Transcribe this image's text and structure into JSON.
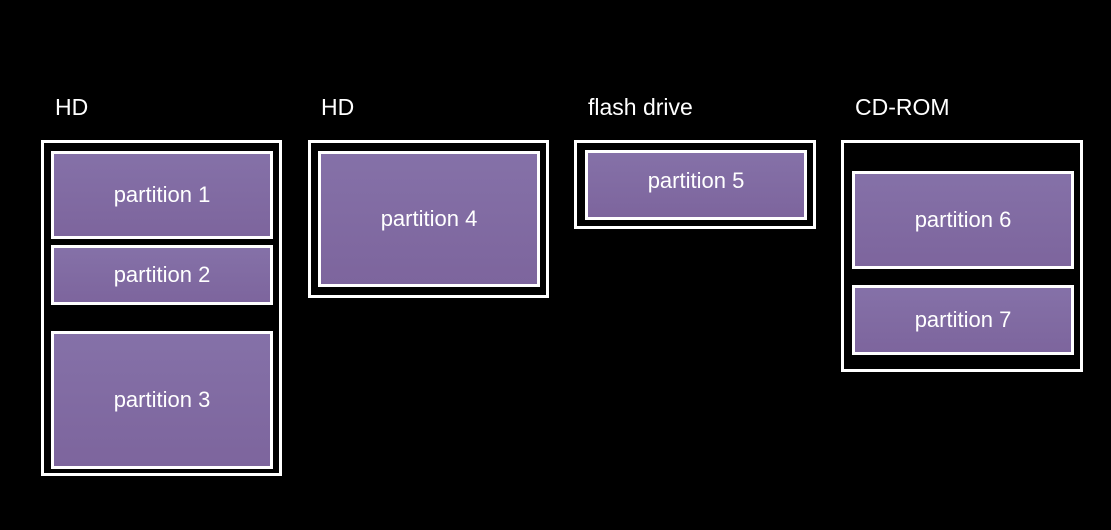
{
  "devices": [
    {
      "label": "HD",
      "partitions": [
        "partition 1",
        "partition 2",
        "partition 3"
      ]
    },
    {
      "label": "HD",
      "partitions": [
        "partition 4"
      ]
    },
    {
      "label": "flash drive",
      "partitions": [
        "partition 5"
      ]
    },
    {
      "label": "CD-ROM",
      "partitions": [
        "partition 6",
        "partition 7"
      ]
    }
  ],
  "colors": {
    "background": "#000000",
    "border": "#ffffff",
    "partition_fill": "#8169a3",
    "text": "#ffffff"
  }
}
